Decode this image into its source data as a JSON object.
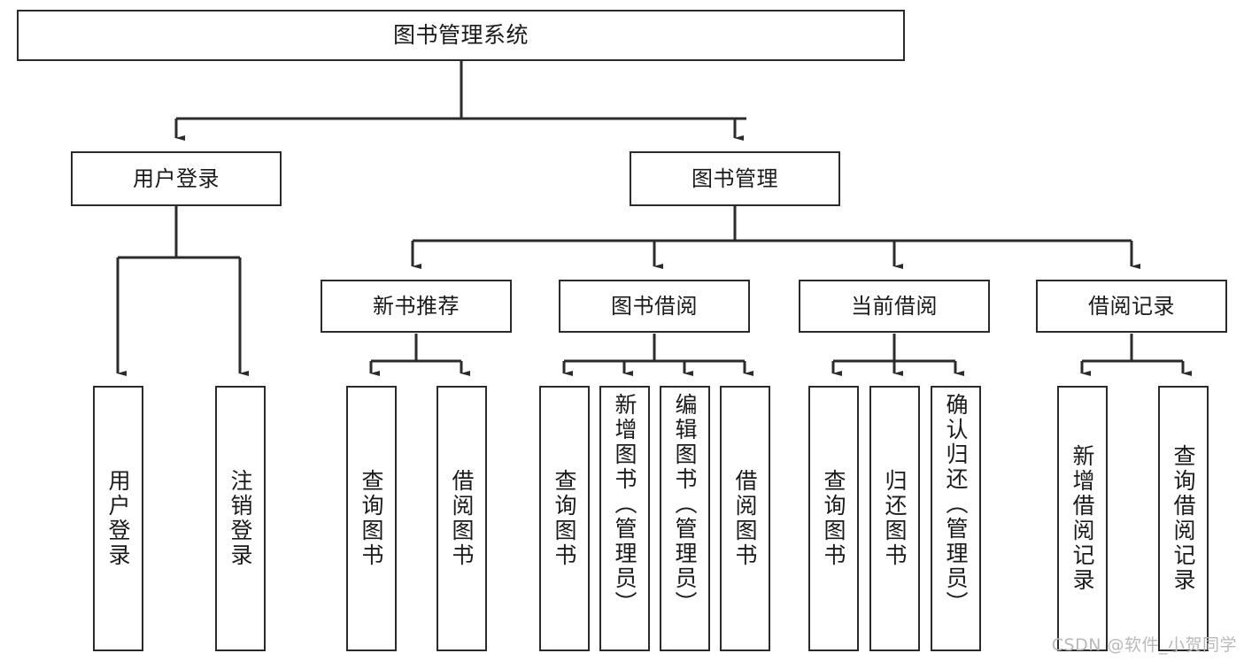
{
  "diagram": {
    "title": "图书管理系统",
    "watermark": "CSDN @软件_小贺同学",
    "accent_color": "#2b2b2b",
    "background_color": "#ffffff",
    "root": {
      "label": "图书管理系统"
    },
    "level2": [
      {
        "label": "用户登录"
      },
      {
        "label": "图书管理"
      }
    ],
    "level3": [
      {
        "label": "新书推荐"
      },
      {
        "label": "图书借阅"
      },
      {
        "label": "当前借阅"
      },
      {
        "label": "借阅记录"
      }
    ],
    "leaves": [
      {
        "label": "用户登录"
      },
      {
        "label": "注销登录"
      },
      {
        "label": "查询图书"
      },
      {
        "label": "借阅图书"
      },
      {
        "label": "查询图书"
      },
      {
        "label": "新增图书（管理员）"
      },
      {
        "label": "编辑图书（管理员）"
      },
      {
        "label": "借阅图书"
      },
      {
        "label": "查询图书"
      },
      {
        "label": "归还图书"
      },
      {
        "label": "确认归还（管理员）"
      },
      {
        "label": "新增借阅记录"
      },
      {
        "label": "查询借阅记录"
      }
    ]
  }
}
